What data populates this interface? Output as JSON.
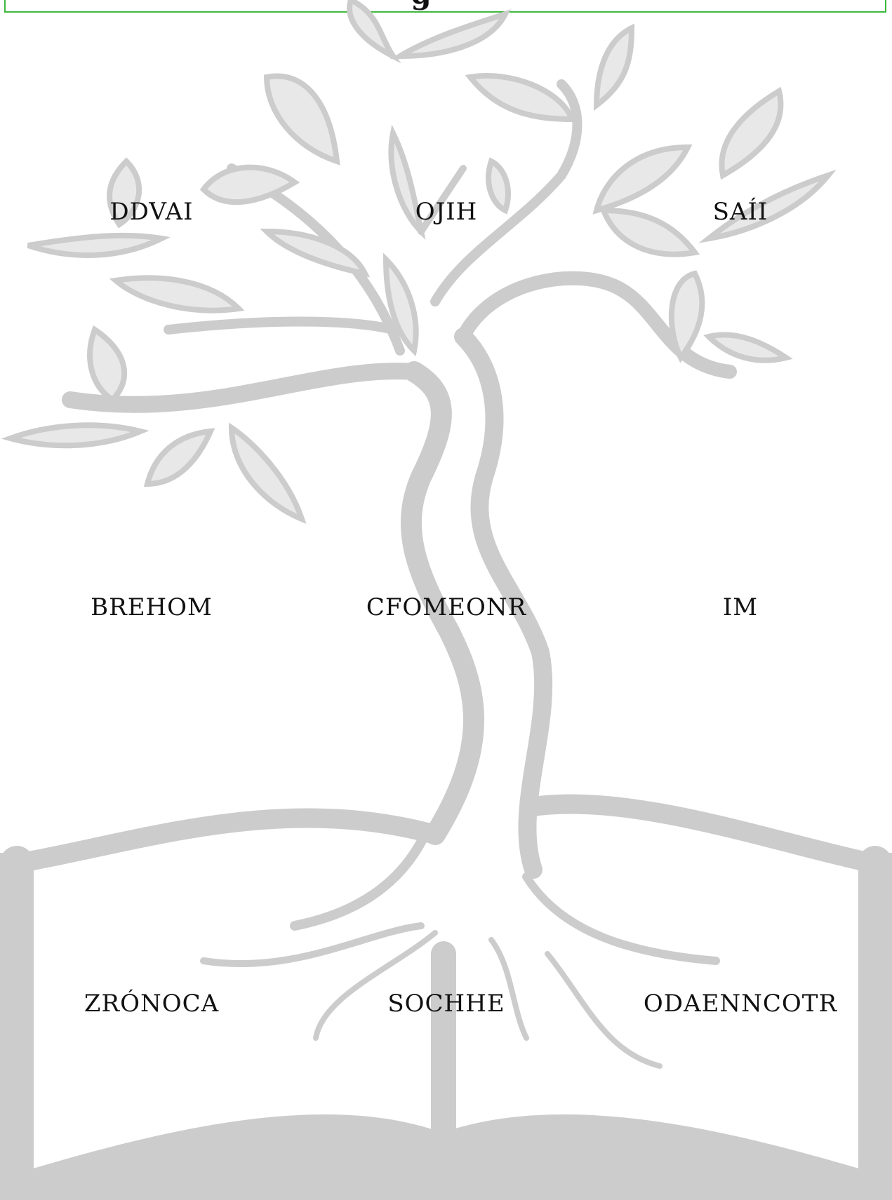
{
  "header": {
    "title_fragment": "g"
  },
  "words": [
    "DDVAI",
    "OJIH",
    "SAÍI",
    "BREHOM",
    "CFOMEONR",
    "IM",
    "ZRÓNOCA",
    "SOCHHE",
    "ODAENNCOTR"
  ],
  "colors": {
    "frame": "#3db83d",
    "art": "#cccccc",
    "leaf": "#e8e8e8",
    "text": "#111111"
  }
}
